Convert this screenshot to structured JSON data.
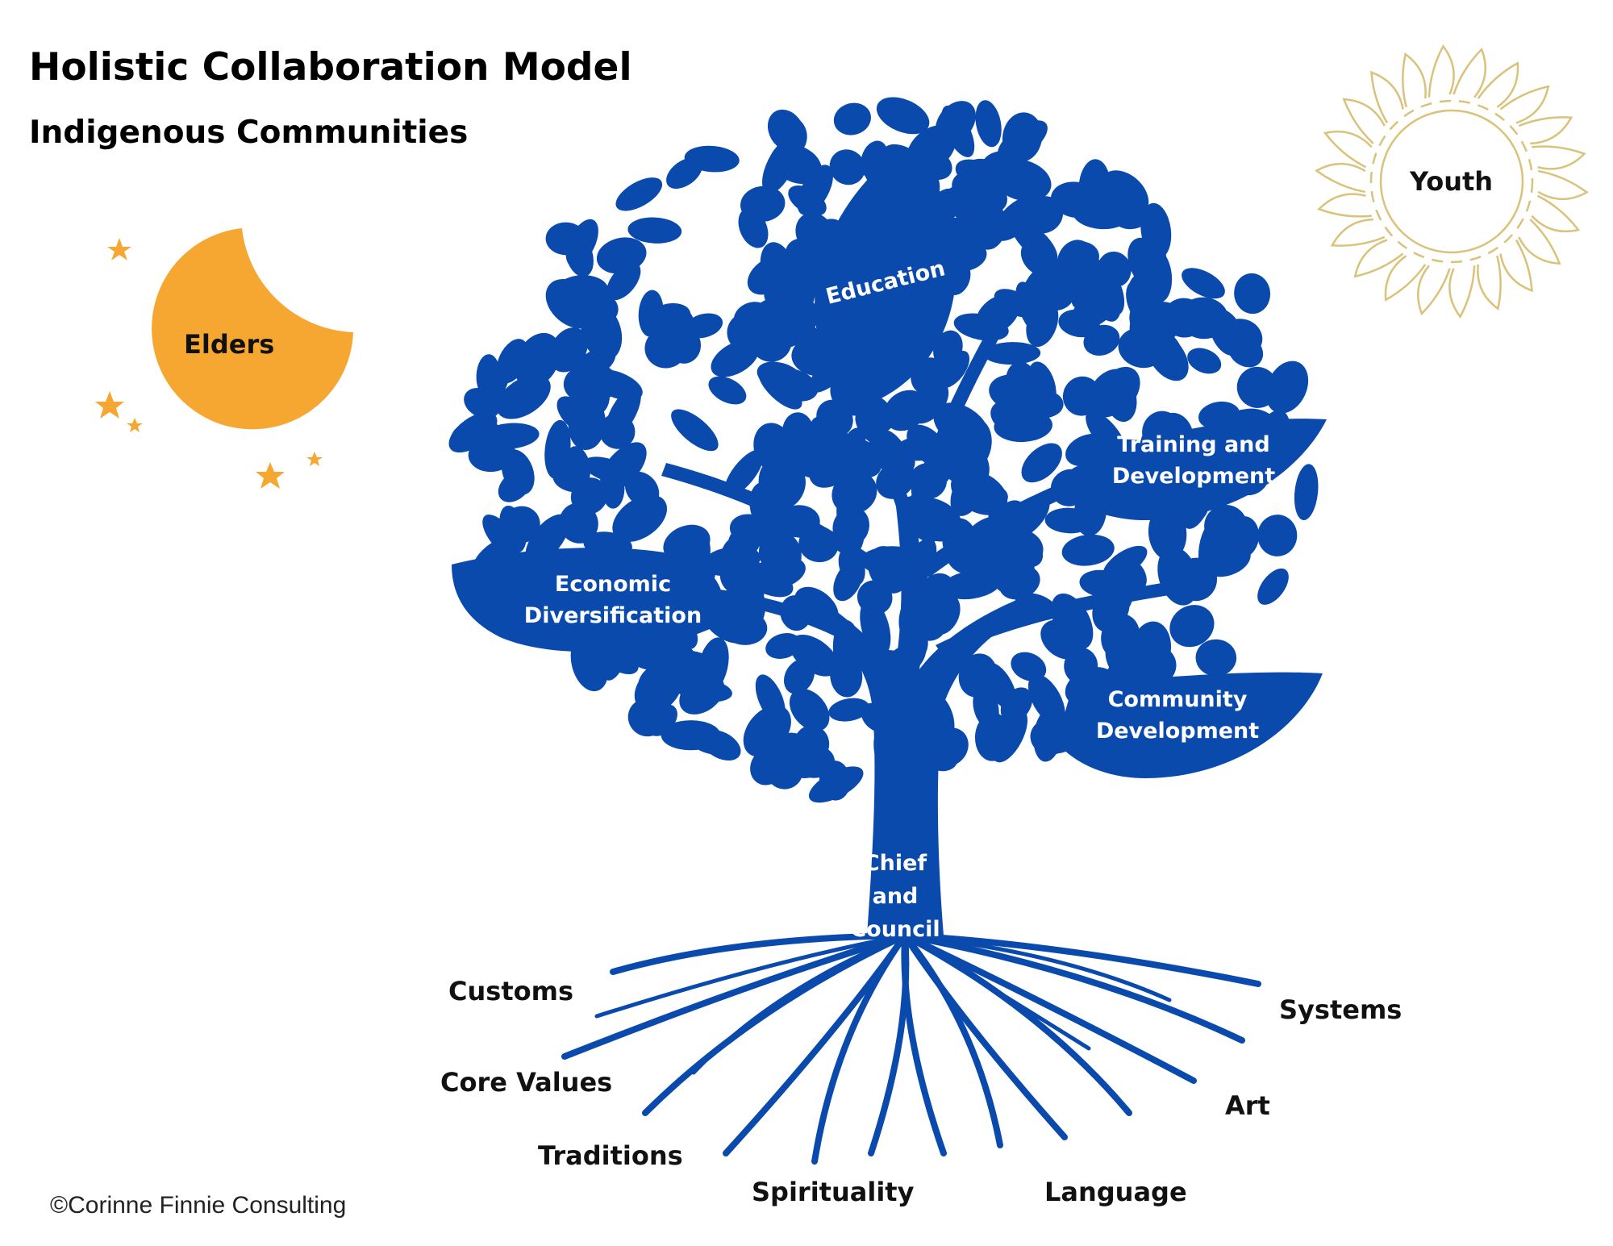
{
  "title": "Holistic Collaboration Model",
  "subtitle": "Indigenous Communities",
  "moon_label": "Elders",
  "sun_label": "Youth",
  "leaves": {
    "education": "Education",
    "training": "Training and Development",
    "economic": "Economic Diversification",
    "community": "Community Development"
  },
  "trunk_label": "Chief and Council",
  "roots": {
    "customs": "Customs",
    "core_values": "Core Values",
    "traditions": "Traditions",
    "spirituality": "Spirituality",
    "language": "Language",
    "art": "Art",
    "systems": "Systems"
  },
  "credit": "©Corinne Finnie Consulting",
  "colors": {
    "tree": "#0a4aad",
    "moon": "#f6a731",
    "sun_outline": "#d9c27a",
    "text": "#111111"
  }
}
